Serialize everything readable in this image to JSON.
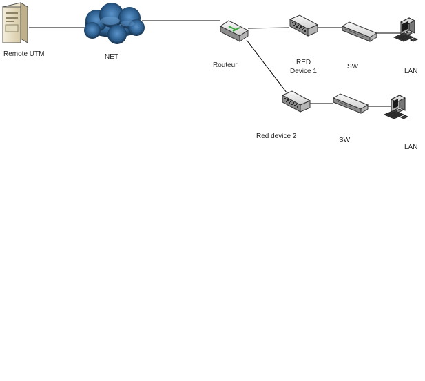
{
  "nodes": {
    "remote_utm": "Remote UTM",
    "net": "NET",
    "router": "Routeur",
    "red1_line1": "RED",
    "red1_line2": "Device 1",
    "sw1": "SW",
    "lan1": "LAN",
    "red2": "Red device 2",
    "sw2": "SW",
    "lan2": "LAN"
  },
  "icons": {
    "server": "server-icon",
    "cloud": "cloud-icon",
    "router": "router-icon",
    "red_device": "red-device-icon",
    "switch": "switch-icon",
    "workstation": "workstation-icon"
  },
  "colors": {
    "link": "#000000",
    "cloud_dark": "#0f2438",
    "cloud_light": "#4d86c0",
    "router_accent": "#3aa83a"
  }
}
